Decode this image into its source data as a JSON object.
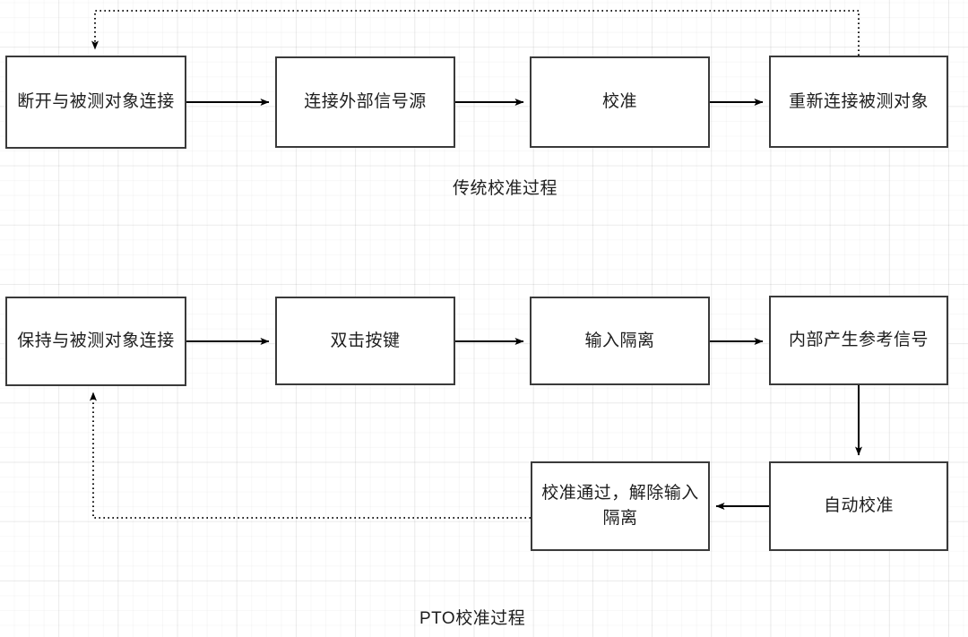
{
  "diagram": {
    "title_top": "传统校准过程",
    "title_bottom": "PTO校准过程",
    "stroke_color": "#3a3a3a",
    "line_color": "#000000",
    "background_color": "#ffffff",
    "grid_color": "#ebebeb"
  },
  "flow_traditional": {
    "caption": "传统校准过程",
    "nodes": [
      {
        "id": "disconnect-dut",
        "label": "断开与被测对象连接"
      },
      {
        "id": "connect-external-source",
        "label": "连接外部信号源"
      },
      {
        "id": "calibrate",
        "label": "校准"
      },
      {
        "id": "reconnect-dut",
        "label": "重新连接被测对象"
      }
    ],
    "edges": [
      {
        "from": "disconnect-dut",
        "to": "connect-external-source",
        "style": "solid",
        "direction": "right"
      },
      {
        "from": "connect-external-source",
        "to": "calibrate",
        "style": "solid",
        "direction": "right"
      },
      {
        "from": "calibrate",
        "to": "reconnect-dut",
        "style": "solid",
        "direction": "right"
      },
      {
        "from": "reconnect-dut",
        "to": "disconnect-dut",
        "style": "dotted",
        "direction": "feedback-top"
      }
    ]
  },
  "flow_pto": {
    "caption": "PTO校准过程",
    "nodes": [
      {
        "id": "keep-dut-connected",
        "label": "保持与被测对象连接"
      },
      {
        "id": "double-click-key",
        "label": "双击按键"
      },
      {
        "id": "input-isolation",
        "label": "输入隔离"
      },
      {
        "id": "internal-reference-signal",
        "label": "内部产生参考信号"
      },
      {
        "id": "auto-calibrate",
        "label": "自动校准"
      },
      {
        "id": "calibration-pass-release-isolation",
        "label": "校准通过，解除输入\n隔离"
      }
    ],
    "edges": [
      {
        "from": "keep-dut-connected",
        "to": "double-click-key",
        "style": "solid",
        "direction": "right"
      },
      {
        "from": "double-click-key",
        "to": "input-isolation",
        "style": "solid",
        "direction": "right"
      },
      {
        "from": "input-isolation",
        "to": "internal-reference-signal",
        "style": "solid",
        "direction": "right"
      },
      {
        "from": "internal-reference-signal",
        "to": "auto-calibrate",
        "style": "solid",
        "direction": "down"
      },
      {
        "from": "auto-calibrate",
        "to": "calibration-pass-release-isolation",
        "style": "solid",
        "direction": "left"
      },
      {
        "from": "calibration-pass-release-isolation",
        "to": "keep-dut-connected",
        "style": "dotted",
        "direction": "feedback-left"
      }
    ]
  }
}
